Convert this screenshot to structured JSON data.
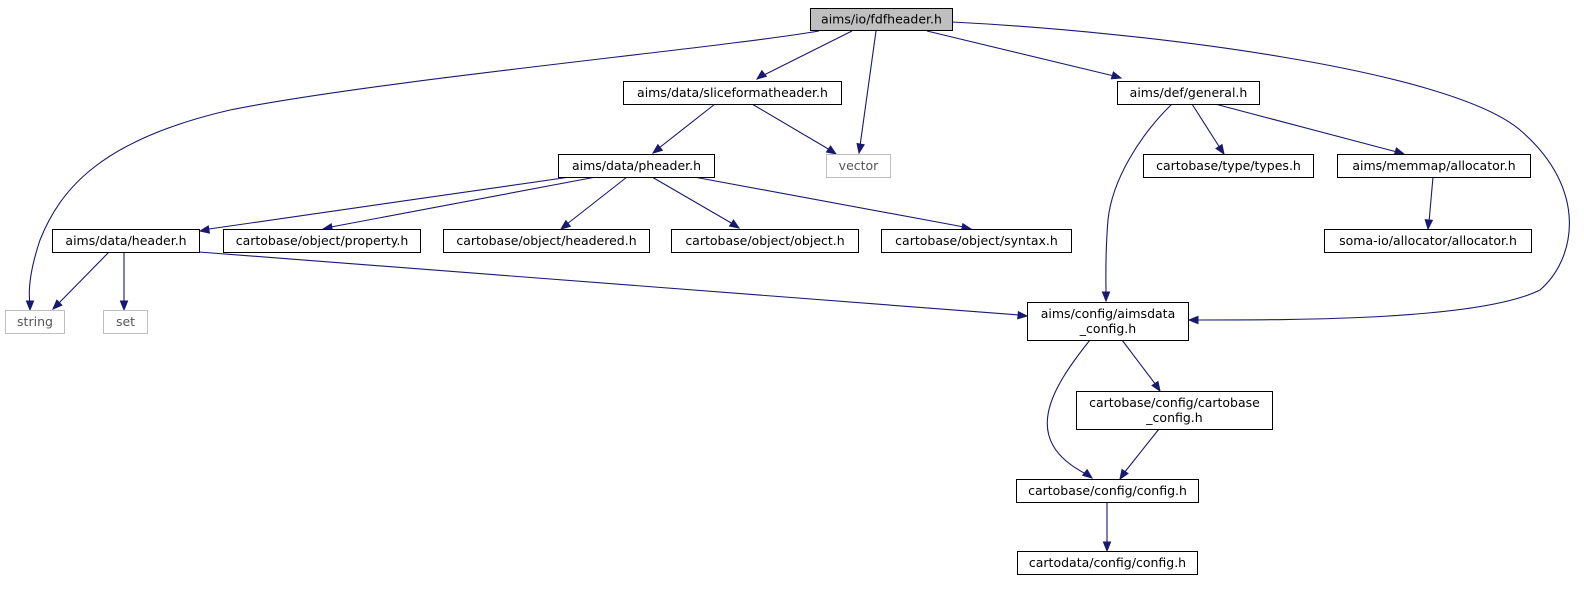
{
  "diagram": {
    "type": "include-dependency-graph",
    "colors": {
      "edge": "#191970",
      "root_fill": "#bfbfbf",
      "node_fill": "#ffffff",
      "node_border": "#000000",
      "external_border": "#bfbfbf"
    },
    "nodes": [
      {
        "id": "fdfheader",
        "lines": [
          "aims/io/fdfheader.h"
        ],
        "kind": "root"
      },
      {
        "id": "sliceformatheader",
        "lines": [
          "aims/data/sliceformatheader.h"
        ],
        "kind": "file"
      },
      {
        "id": "general",
        "lines": [
          "aims/def/general.h"
        ],
        "kind": "file"
      },
      {
        "id": "pheader",
        "lines": [
          "aims/data/pheader.h"
        ],
        "kind": "file"
      },
      {
        "id": "vector",
        "lines": [
          "vector"
        ],
        "kind": "external"
      },
      {
        "id": "types",
        "lines": [
          "cartobase/type/types.h"
        ],
        "kind": "file"
      },
      {
        "id": "allocator",
        "lines": [
          "aims/memmap/allocator.h"
        ],
        "kind": "file"
      },
      {
        "id": "header",
        "lines": [
          "aims/data/header.h"
        ],
        "kind": "file"
      },
      {
        "id": "property",
        "lines": [
          "cartobase/object/property.h"
        ],
        "kind": "file"
      },
      {
        "id": "headered",
        "lines": [
          "cartobase/object/headered.h"
        ],
        "kind": "file"
      },
      {
        "id": "object",
        "lines": [
          "cartobase/object/object.h"
        ],
        "kind": "file"
      },
      {
        "id": "syntax",
        "lines": [
          "cartobase/object/syntax.h"
        ],
        "kind": "file"
      },
      {
        "id": "somaalloc",
        "lines": [
          "soma-io/allocator/allocator.h"
        ],
        "kind": "file"
      },
      {
        "id": "string",
        "lines": [
          "string"
        ],
        "kind": "external"
      },
      {
        "id": "set",
        "lines": [
          "set"
        ],
        "kind": "external"
      },
      {
        "id": "aimsdataconfig",
        "lines": [
          "aims/config/aimsdata",
          "_config.h"
        ],
        "kind": "file"
      },
      {
        "id": "cartobaseconfig",
        "lines": [
          "cartobase/config/cartobase",
          "_config.h"
        ],
        "kind": "file"
      },
      {
        "id": "cbconfig",
        "lines": [
          "cartobase/config/config.h"
        ],
        "kind": "file"
      },
      {
        "id": "cdconfig",
        "lines": [
          "cartodata/config/config.h"
        ],
        "kind": "file"
      }
    ],
    "edges": [
      {
        "from": "fdfheader",
        "to": "string"
      },
      {
        "from": "fdfheader",
        "to": "sliceformatheader"
      },
      {
        "from": "fdfheader",
        "to": "vector"
      },
      {
        "from": "fdfheader",
        "to": "general"
      },
      {
        "from": "fdfheader",
        "to": "aimsdataconfig"
      },
      {
        "from": "sliceformatheader",
        "to": "pheader"
      },
      {
        "from": "sliceformatheader",
        "to": "vector"
      },
      {
        "from": "general",
        "to": "aimsdataconfig"
      },
      {
        "from": "general",
        "to": "types"
      },
      {
        "from": "general",
        "to": "allocator"
      },
      {
        "from": "allocator",
        "to": "somaalloc"
      },
      {
        "from": "pheader",
        "to": "header"
      },
      {
        "from": "pheader",
        "to": "property"
      },
      {
        "from": "pheader",
        "to": "headered"
      },
      {
        "from": "pheader",
        "to": "object"
      },
      {
        "from": "pheader",
        "to": "syntax"
      },
      {
        "from": "header",
        "to": "string"
      },
      {
        "from": "header",
        "to": "set"
      },
      {
        "from": "header",
        "to": "aimsdataconfig"
      },
      {
        "from": "aimsdataconfig",
        "to": "cartobaseconfig"
      },
      {
        "from": "aimsdataconfig",
        "to": "cbconfig"
      },
      {
        "from": "cartobaseconfig",
        "to": "cbconfig"
      },
      {
        "from": "cbconfig",
        "to": "cdconfig"
      }
    ]
  }
}
